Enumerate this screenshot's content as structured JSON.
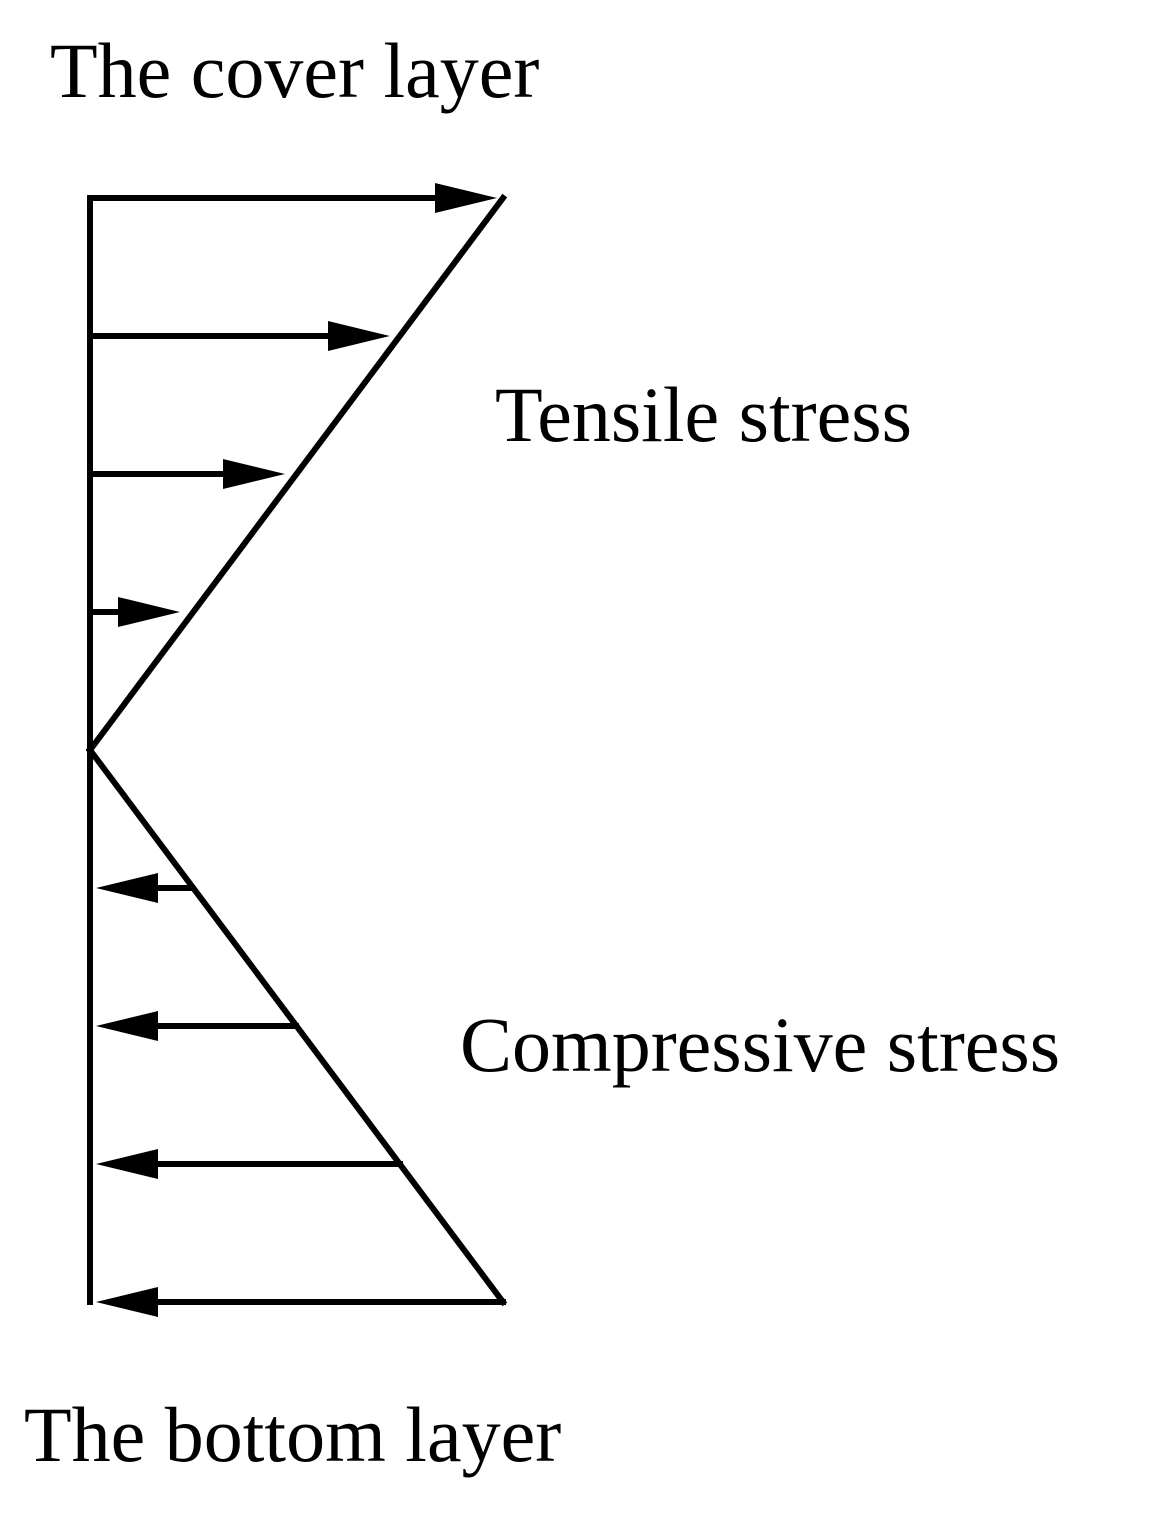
{
  "labels": {
    "cover_layer": "The cover layer",
    "tensile_stress": "Tensile stress",
    "compressive_stress": "Compressive stress",
    "bottom_layer": "The bottom layer"
  },
  "colors": {
    "stroke": "#000000",
    "background": "#ffffff"
  }
}
